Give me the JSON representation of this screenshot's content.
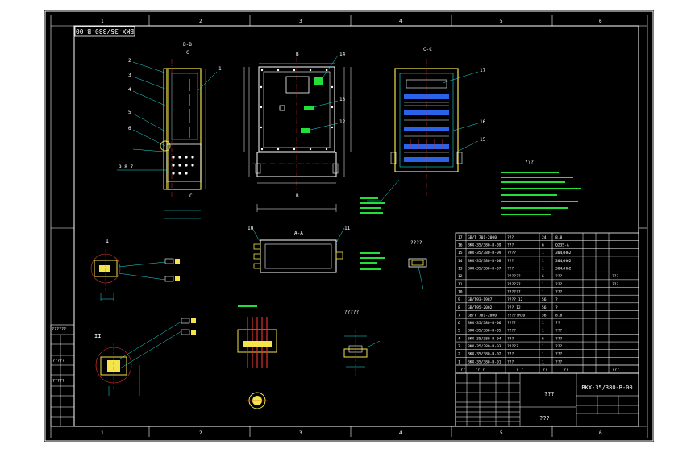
{
  "drawing_code_rotated": "BKX-35/380-B-00",
  "title_block_code": "BKX-35/380-B-00",
  "title_block_name": "???",
  "title_block_sub": "???",
  "section_labels": {
    "bb": "B-B",
    "cc": "C-C",
    "aa": "A-A",
    "b": "B",
    "c": "C",
    "i": "I",
    "ii": "II"
  },
  "grid_top": [
    "1",
    "2",
    "3",
    "4",
    "5",
    "6"
  ],
  "grid_bottom": [
    "1",
    "2",
    "3",
    "4",
    "5",
    "6"
  ],
  "left_side_labels": [
    "??????",
    "?????",
    "?????"
  ],
  "detail_label_1": "????",
  "detail_label_2": "?????",
  "tech_requirements_title": "???",
  "bom_header": [
    "??",
    "?? ?",
    "? ?",
    "??",
    "??",
    "???"
  ],
  "bom_rows": [
    {
      "no": "17",
      "code": "GB/T 701-2000",
      "name": "??? ",
      "qty": "24",
      "mat": "8.8",
      "note": ""
    },
    {
      "no": "16",
      "code": "BKX-35/380-B-09",
      "name": "???",
      "qty": "6",
      "mat": "Q235-A",
      "note": ""
    },
    {
      "no": "15",
      "code": "BKX-35/380-B-09",
      "name": "????",
      "qty": "1",
      "mat": "304/H62",
      "note": ""
    },
    {
      "no": "14",
      "code": "BKX-35/380-B-08",
      "name": "???",
      "qty": "1",
      "mat": "304/H62",
      "note": ""
    },
    {
      "no": "13",
      "code": "BKX-35/380-B-07",
      "name": "???",
      "qty": "1",
      "mat": "304/H62",
      "note": ""
    },
    {
      "no": "12",
      "code": "",
      "name": "??????",
      "qty": "6",
      "mat": "???",
      "note": "???"
    },
    {
      "no": "11",
      "code": "",
      "name": "??????",
      "qty": "1",
      "mat": "???",
      "note": "???"
    },
    {
      "no": "10",
      "code": "",
      "name": "??????",
      "qty": "1",
      "mat": "???",
      "note": ""
    },
    {
      "no": "9",
      "code": "GB/T93-1987",
      "name": "???? 12",
      "qty": "56",
      "mat": "?",
      "note": ""
    },
    {
      "no": "8",
      "code": "GB/T95-2002",
      "name": "??? 12",
      "qty": "56",
      "mat": "?",
      "note": ""
    },
    {
      "no": "7",
      "code": "GB/T 701-2000",
      "name": "?????M10",
      "qty": "56",
      "mat": "8.8",
      "note": ""
    },
    {
      "no": "6",
      "code": "BKX-35/380-B-06",
      "name": "????",
      "qty": "1",
      "mat": "??",
      "note": ""
    },
    {
      "no": "5",
      "code": "BKX-35/380-B-05",
      "name": "????",
      "qty": "1",
      "mat": "???",
      "note": ""
    },
    {
      "no": "4",
      "code": "BKX-35/380-B-04",
      "name": "???",
      "qty": "6",
      "mat": "???",
      "note": ""
    },
    {
      "no": "3",
      "code": "BKX-35/380-B-03",
      "name": "?????",
      "qty": "1",
      "mat": "???",
      "note": ""
    },
    {
      "no": "2",
      "code": "BKX-35/380-B-02",
      "name": "???",
      "qty": "1",
      "mat": "???",
      "note": ""
    },
    {
      "no": "1",
      "code": "BKX-35/380-B-01",
      "name": "???",
      "qty": "1",
      "mat": "???",
      "note": ""
    }
  ],
  "colors": {
    "frame": "#ffffff",
    "part": "#f2e44a",
    "dim": "#22e0e0",
    "annot": "#22e03a",
    "accent": "#e03030"
  }
}
